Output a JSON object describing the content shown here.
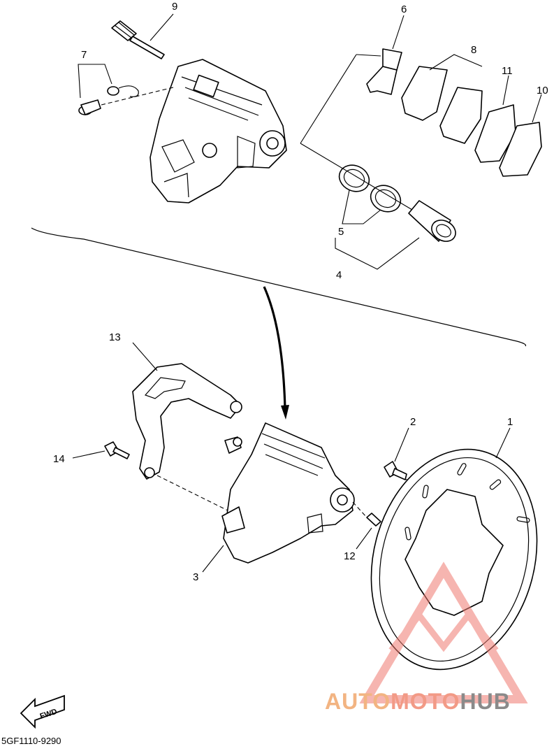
{
  "diagram": {
    "callouts": [
      "1",
      "2",
      "3",
      "4",
      "5",
      "6",
      "7",
      "8",
      "9",
      "10",
      "11",
      "12",
      "13",
      "14"
    ],
    "fwd_label": "FWD",
    "diagram_code": "5GF1110-9290"
  },
  "watermark": {
    "part1": "AUTO",
    "part2": "MOTO",
    "part3": "HUB",
    "colors": {
      "auto": "#f2b482",
      "moto": "#f29a86",
      "hub": "#8a8a8a",
      "triangle": "#f07a70"
    }
  }
}
